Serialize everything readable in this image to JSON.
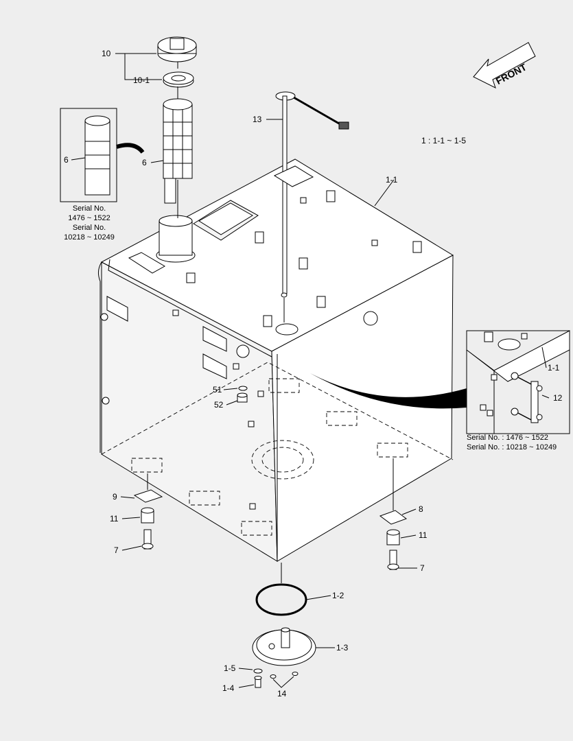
{
  "front_arrow": {
    "text": "FRONT"
  },
  "group_note": "1 : 1-1 ~ 1-5",
  "callouts": {
    "c10": "10",
    "c10_1": "10-1",
    "c6_main": "6",
    "c6_inset": "6",
    "c13": "13",
    "c1_1": "1-1",
    "c1_1_inset": "1-1",
    "c12": "12",
    "c51": "51",
    "c52": "52",
    "c9": "9",
    "c11_left": "11",
    "c7_left": "7",
    "c8": "8",
    "c11_right": "11",
    "c7_right": "7",
    "c1_2": "1-2",
    "c1_3": "1-3",
    "c1_5": "1-5",
    "c1_4": "1-4",
    "c14": "14"
  },
  "inset_left_serial": [
    "Serial No.",
    "1476 ~ 1522",
    "Serial No.",
    "10218 ~ 10249"
  ],
  "inset_right_serial": [
    "Serial No. : 1476 ~ 1522",
    "Serial No. : 10218 ~ 10249"
  ]
}
